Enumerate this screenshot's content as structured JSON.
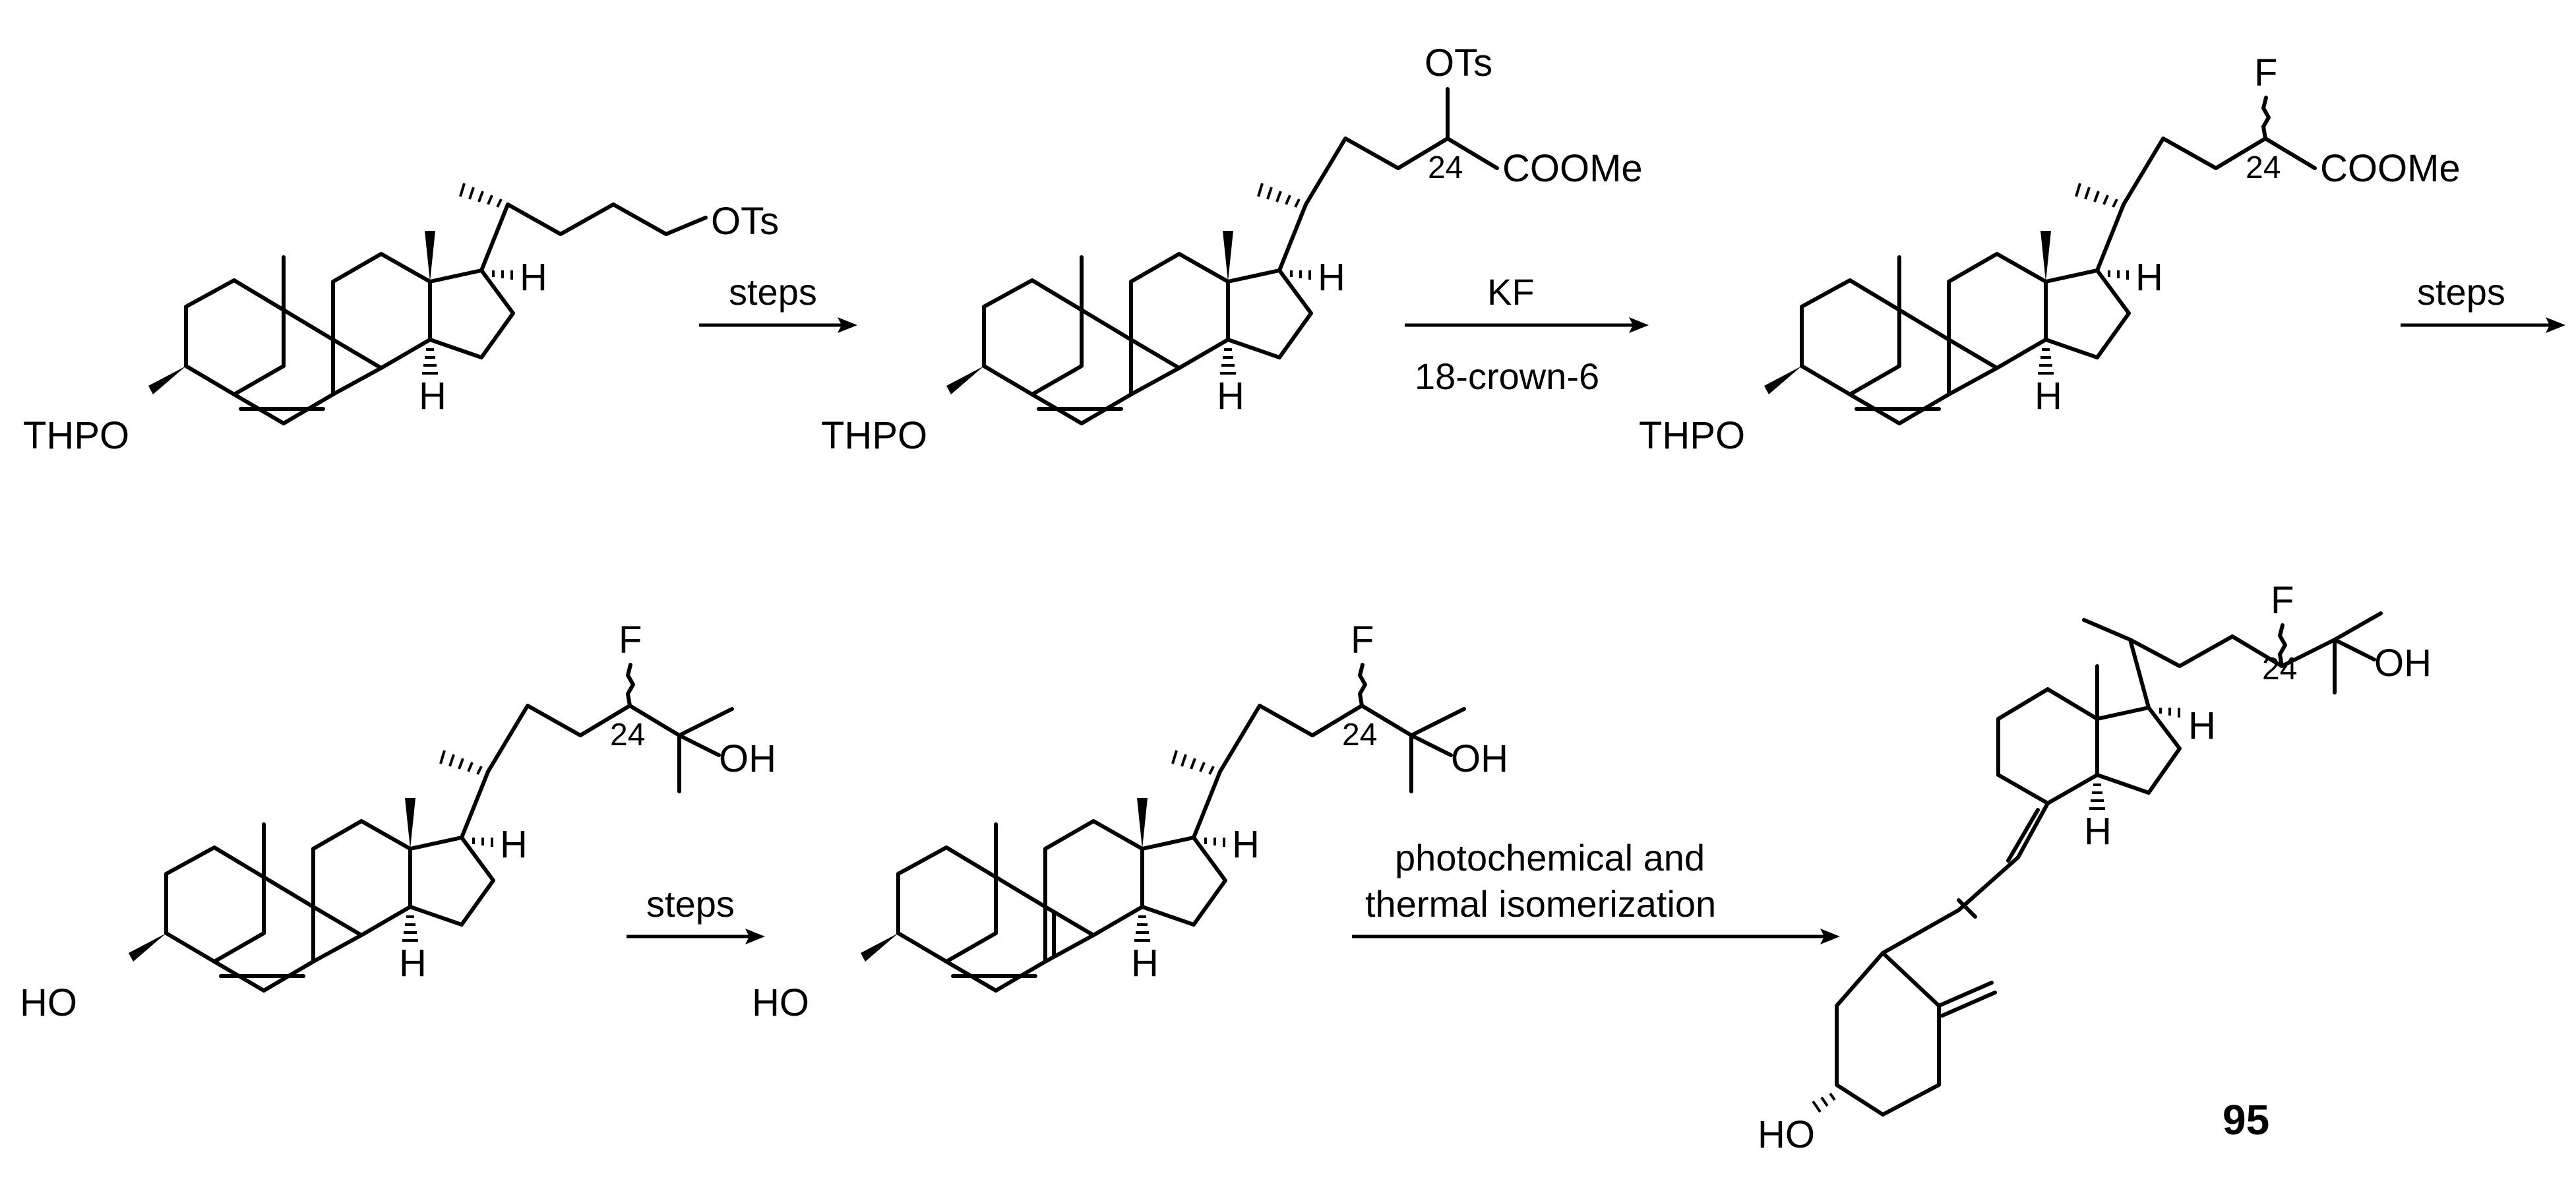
{
  "structures": [
    {
      "id": "s1",
      "labels": {
        "oxygen": "THPO",
        "hydrogen_c17": "H",
        "hydrogen_c14": "H",
        "terminal": "OTs"
      }
    },
    {
      "id": "s2",
      "labels": {
        "oxygen": "THPO",
        "hydrogen_c17": "H",
        "hydrogen_c14": "H",
        "top": "OTs",
        "ester": "COOMe",
        "position": "24"
      }
    },
    {
      "id": "s3",
      "labels": {
        "oxygen": "THPO",
        "hydrogen_c17": "H",
        "hydrogen_c14": "H",
        "top": "F",
        "ester": "COOMe",
        "position": "24"
      }
    },
    {
      "id": "s4",
      "labels": {
        "oxygen": "HO",
        "hydrogen_c17": "H",
        "hydrogen_c14": "H",
        "top": "F",
        "alcohol": "OH",
        "position": "24"
      }
    },
    {
      "id": "s5",
      "labels": {
        "oxygen": "HO",
        "hydrogen_c17": "H",
        "hydrogen_c14": "H",
        "top": "F",
        "alcohol": "OH",
        "position": "24"
      }
    },
    {
      "id": "s6",
      "labels": {
        "oxygen": "HO",
        "hydrogen_c17": "H",
        "hydrogen_c14": "H",
        "top": "F",
        "alcohol": "OH",
        "position": "24"
      },
      "compound_number": "95"
    }
  ],
  "arrows": [
    {
      "id": "a1",
      "above": "steps",
      "below": ""
    },
    {
      "id": "a2",
      "above": "KF",
      "below": "18-crown-6"
    },
    {
      "id": "a3",
      "above": "steps",
      "below": ""
    },
    {
      "id": "a4",
      "above": "steps",
      "below": ""
    },
    {
      "id": "a5",
      "above": "photochemical and",
      "below": "thermal isomerization"
    }
  ],
  "colors": {
    "ink": "#000000",
    "background": "#ffffff"
  }
}
